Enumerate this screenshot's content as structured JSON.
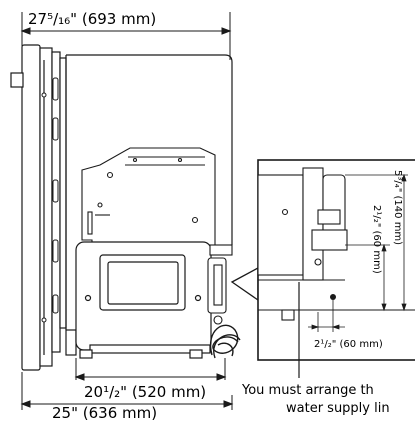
{
  "dimensions": {
    "top_width": "27⁵/₁₆\" (693 mm)",
    "inner_width": "20¹/₂\" (520 mm)",
    "bottom_width": "25\" (636 mm)"
  },
  "detail": {
    "height_outer": "5³/₄\" (140 mm)",
    "height_inner": "2¹/₂\" (60 mm)",
    "horizontal": "2¹/₂\" (60 mm)"
  },
  "note": {
    "line1": "You must arrange th",
    "line2": "water supply lin"
  },
  "colors": {
    "line": "#1a1a1a",
    "fill": "#ffffff"
  }
}
